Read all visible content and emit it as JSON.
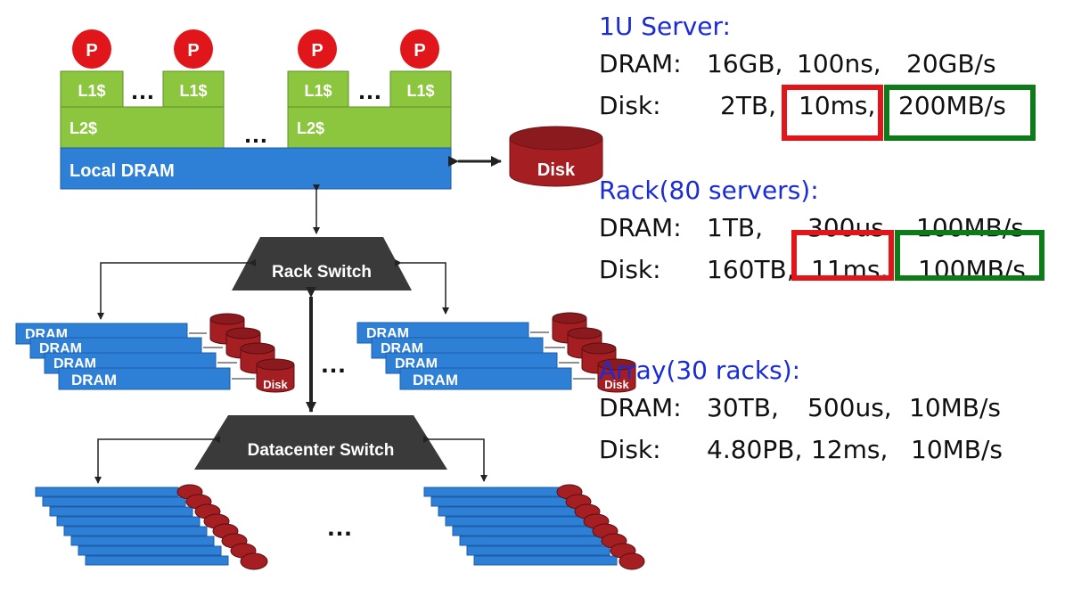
{
  "server": {
    "processor_label": "P",
    "l1_label": "L1$",
    "l2_label": "L2$",
    "local_dram_label": "Local DRAM",
    "disk_label": "Disk",
    "ellipsis": "…"
  },
  "rack_switch_label": "Rack Switch",
  "datacenter_switch_label": "Datacenter Switch",
  "rack_group": {
    "dram_label": "DRAM",
    "disk_label": "Disk"
  },
  "specs": {
    "server": {
      "title": "1U Server:",
      "dram": {
        "label": "DRAM:",
        "capacity": "16GB,",
        "latency": "100ns,",
        "bandwidth": "20GB/s"
      },
      "disk": {
        "label": "Disk:",
        "capacity": "2TB,",
        "latency": "10ms,",
        "bandwidth": "200MB/s"
      }
    },
    "rack": {
      "title": "Rack(80 servers):",
      "dram": {
        "label": "DRAM:",
        "capacity": "1TB,",
        "latency": "300us",
        "bandwidth": "100MB/s"
      },
      "disk": {
        "label": "Disk:",
        "capacity": "160TB,",
        "latency": "11ms,",
        "bandwidth": "100MB/s"
      }
    },
    "array": {
      "title": "Array(30 racks):",
      "dram": {
        "label": "DRAM:",
        "capacity": "30TB,",
        "latency": "500us,",
        "bandwidth": "10MB/s"
      },
      "disk": {
        "label": "Disk:",
        "capacity": "4.80PB,",
        "latency": "12ms,",
        "bandwidth": "10MB/s"
      }
    }
  },
  "colors": {
    "processor": "#e0161b",
    "cache": "#8cc63f",
    "dram": "#2e7fd6",
    "disk": "#a51e22",
    "switch": "#3a3a3a",
    "title_blue": "#1a2bd8",
    "highlight_red": "#e0161b",
    "highlight_green": "#0e7a1a"
  }
}
